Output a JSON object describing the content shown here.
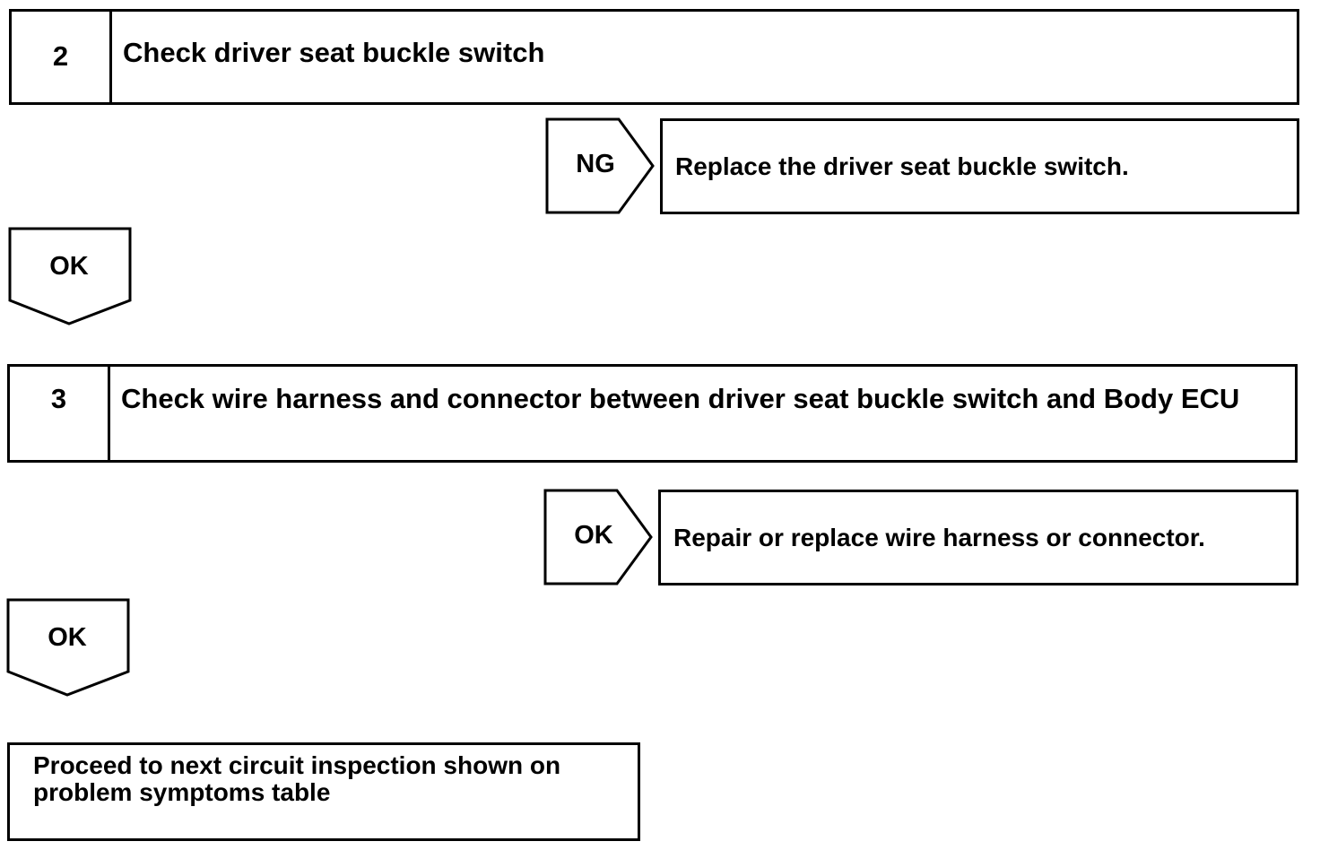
{
  "step2": {
    "number": "2",
    "title": "Check driver seat buckle switch"
  },
  "branch_ng": {
    "label": "NG",
    "result": "Replace the driver seat buckle switch."
  },
  "flow_ok_1": {
    "label": "OK"
  },
  "step3": {
    "number": "3",
    "title": "Check wire harness and connector between driver seat buckle switch and Body ECU"
  },
  "branch_ok": {
    "label": "OK",
    "result": "Repair or replace wire harness or connector."
  },
  "flow_ok_2": {
    "label": "OK"
  },
  "final": {
    "text": "Proceed to next circuit inspection shown on problem symptoms table"
  }
}
